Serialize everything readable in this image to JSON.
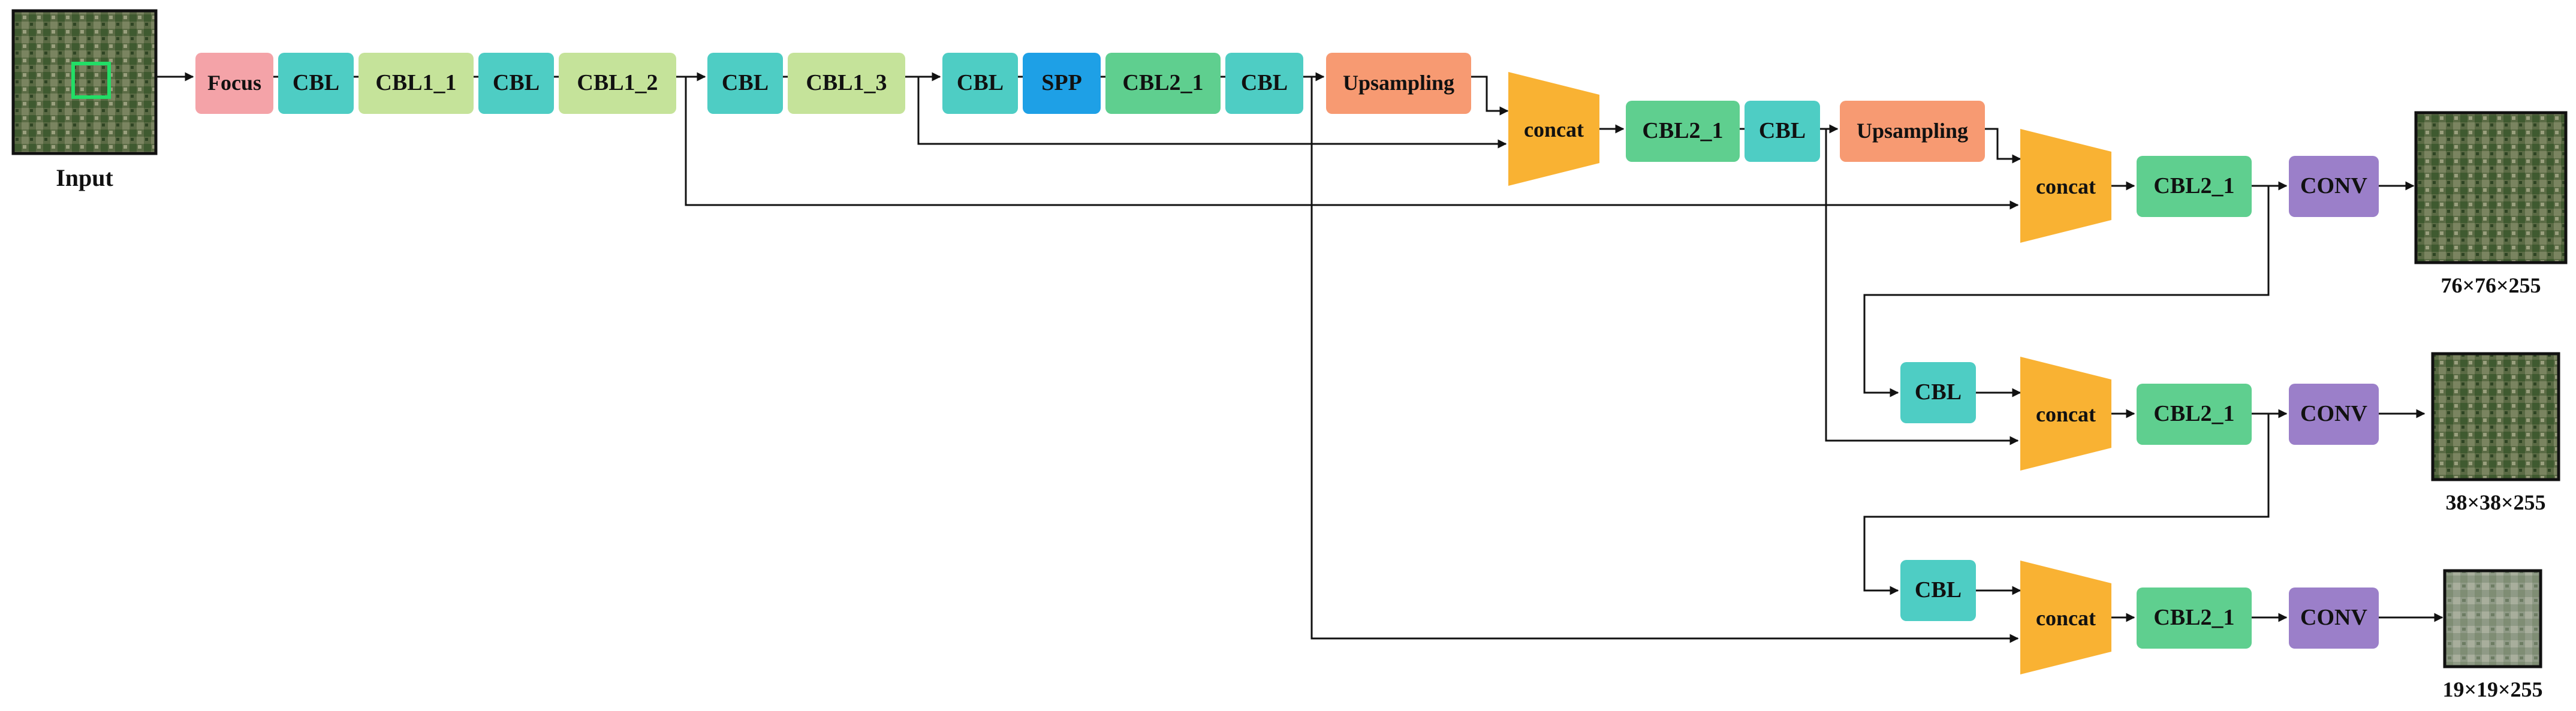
{
  "diagram": {
    "input_label": "Input",
    "output_labels": [
      "76×76×255",
      "38×38×255",
      "19×19×255"
    ],
    "blocks": {
      "focus": "Focus",
      "cbl_a": "CBL",
      "cbl1_1": "CBL1_1",
      "cbl_b": "CBL",
      "cbl1_2": "CBL1_2",
      "cbl_c": "CBL",
      "cbl1_3": "CBL1_3",
      "cbl_d": "CBL",
      "spp": "SPP",
      "cbl2_1_a": "CBL2_1",
      "cbl_e": "CBL",
      "upsampling_1": "Upsampling",
      "concat_1": "concat",
      "cbl2_1_b": "CBL2_1",
      "cbl_f": "CBL",
      "upsampling_2": "Upsampling",
      "concat_2": "concat",
      "cbl2_1_c": "CBL2_1",
      "conv_1": "CONV",
      "cbl_g": "CBL",
      "concat_3": "concat",
      "cbl2_1_d": "CBL2_1",
      "conv_2": "CONV",
      "cbl_h": "CBL",
      "concat_4": "concat",
      "cbl2_1_e": "CBL2_1",
      "conv_3": "CONV"
    }
  },
  "colors": {
    "focus": "#f4a3a8",
    "cbl": "#4ecdc4",
    "cbl1": "#c5e39a",
    "spp": "#1ea0e6",
    "cbl2": "#5fcf8f",
    "upsampling": "#f79a72",
    "concat": "#f9b233",
    "conv": "#9b7fc9",
    "line": "#111111",
    "input_highlight": "#22dd66"
  }
}
